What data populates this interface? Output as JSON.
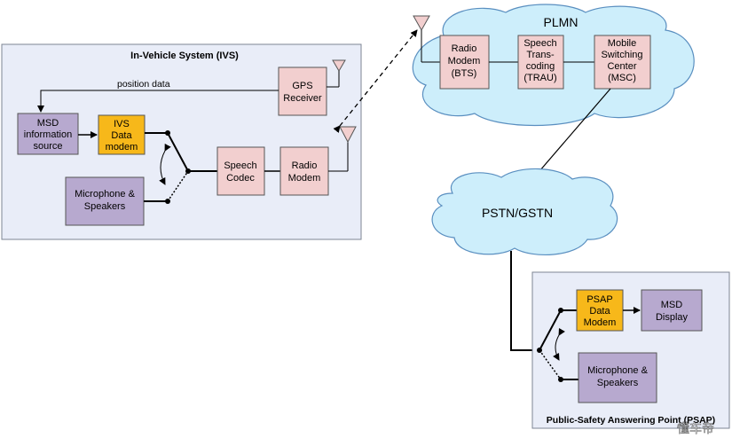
{
  "ivs": {
    "title": "In-Vehicle System (IVS)",
    "gps_receiver": [
      "GPS",
      "Receiver"
    ],
    "position_label": "position data",
    "msd_source": [
      "MSD",
      "information",
      "source"
    ],
    "ivs_modem": [
      "IVS",
      "Data",
      "modem"
    ],
    "speech_codec": [
      "Speech",
      "Codec"
    ],
    "radio_modem": [
      "Radio",
      "Modem"
    ],
    "microphone": [
      "Microphone &",
      "Speakers"
    ]
  },
  "plmn": {
    "title": "PLMN",
    "bts": [
      "Radio",
      "Modem",
      "(BTS)"
    ],
    "trau": [
      "Speech",
      "Trans-",
      "coding",
      "(TRAU)"
    ],
    "msc": [
      "Mobile",
      "Switching",
      "Center",
      "(MSC)"
    ]
  },
  "pstn": {
    "title": "PSTN/GSTN"
  },
  "psap": {
    "title": "Public-Safety Answering Point (PSAP)",
    "modem": [
      "PSAP",
      "Data",
      "Modem"
    ],
    "msd_display": [
      "MSD",
      "Display"
    ],
    "microphone": [
      "Microphone &",
      "Speakers"
    ]
  },
  "watermark": "懂车帝",
  "colors": {
    "panel_fill": "#e9edf8",
    "panel_stroke": "#7d8593",
    "pink_box": "#f2cfcf",
    "purple_box": "#b7a9cf",
    "orange_box": "#f7b81a",
    "cloud_fill": "#cdeefb",
    "cloud_stroke": "#5a8fc0"
  }
}
